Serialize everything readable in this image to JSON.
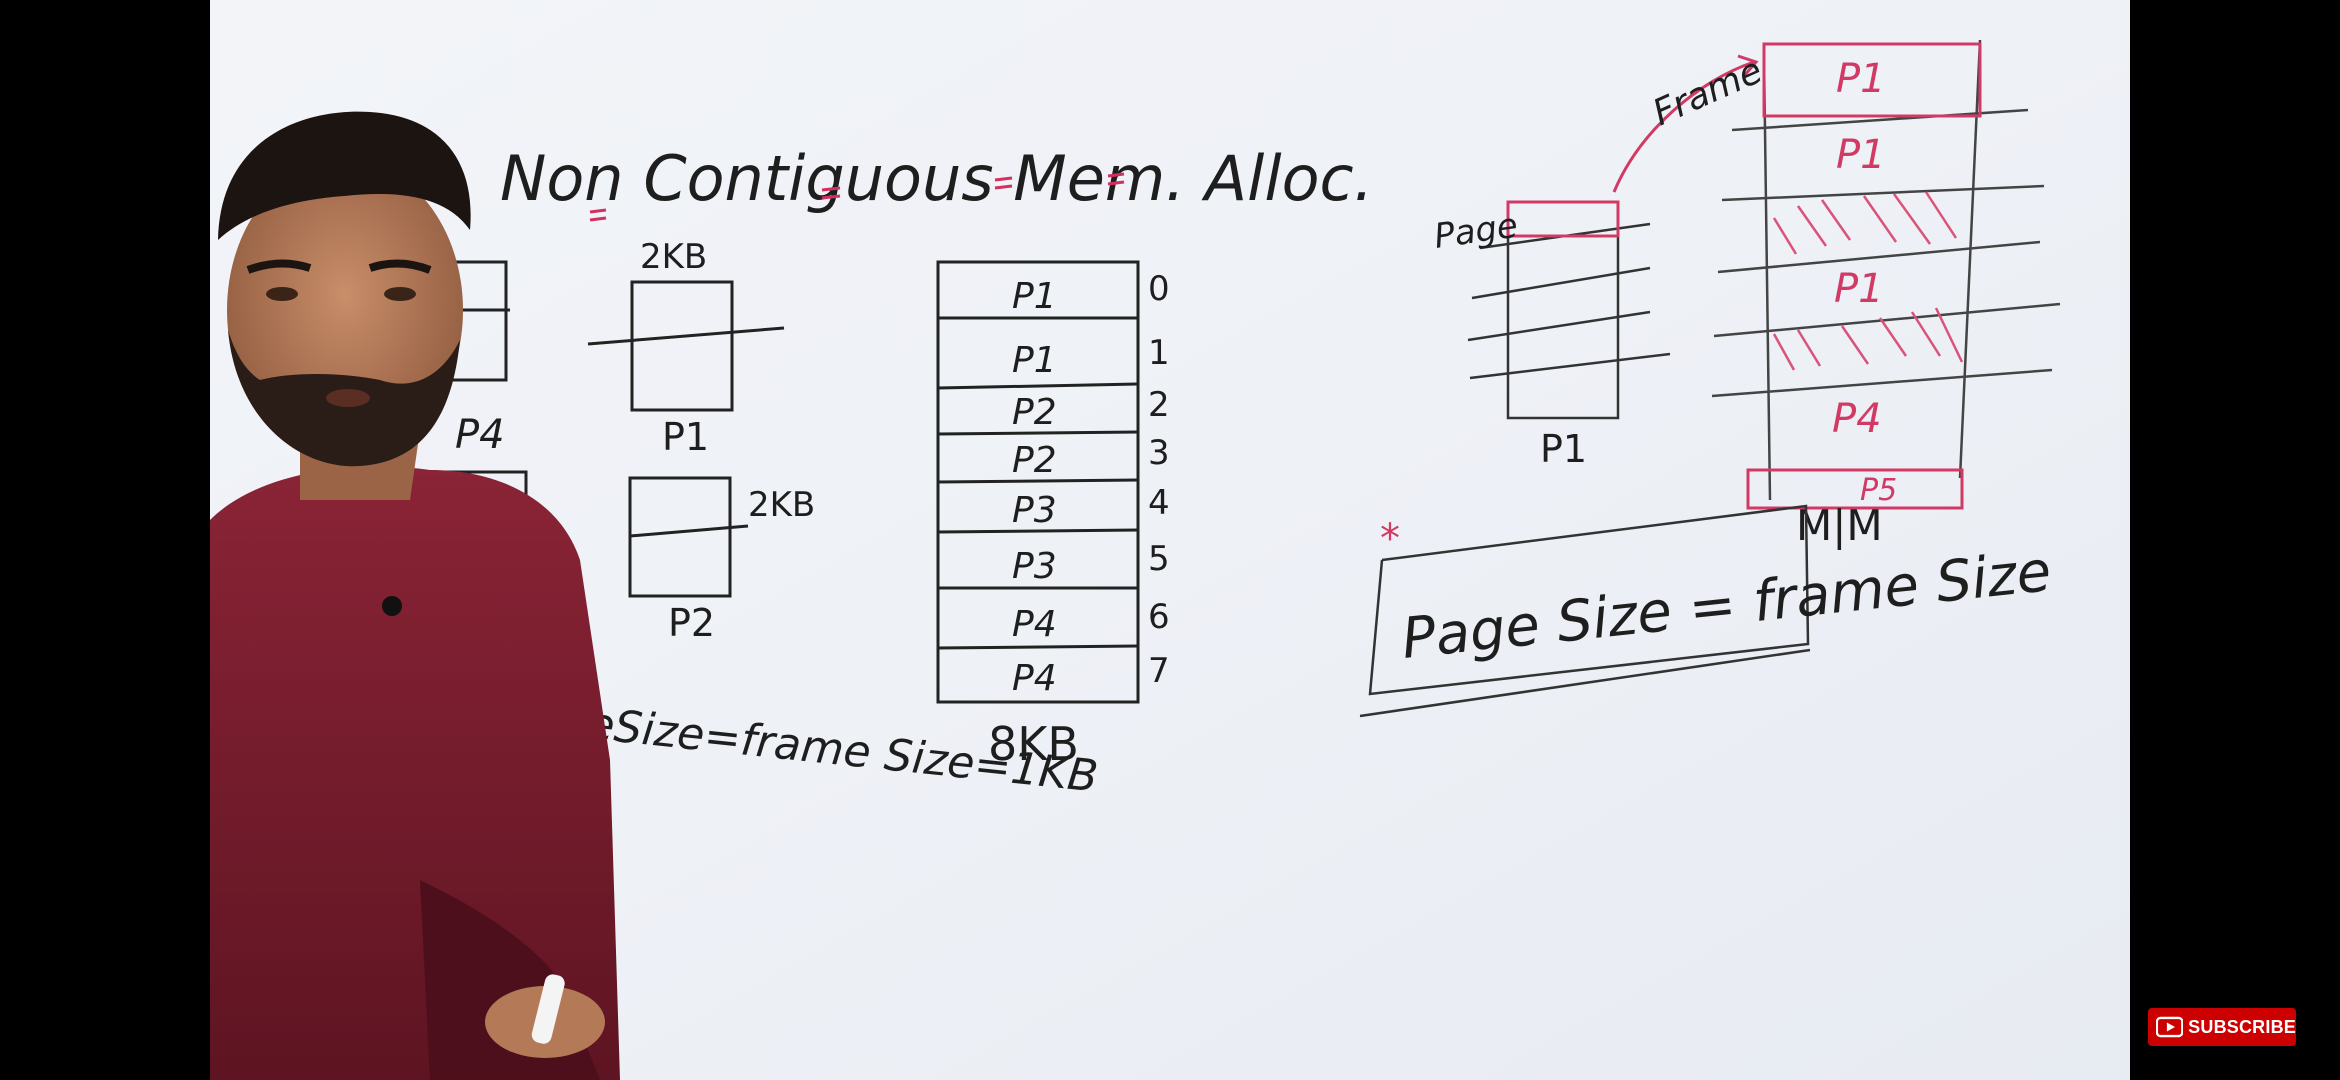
{
  "whiteboard": {
    "title": "Non Contiguous Mem. Alloc.",
    "left": {
      "p4_label": "P4",
      "p1_size": "2KB",
      "p1_label": "P1",
      "p2_size": "2KB",
      "p2_label": "P2",
      "formula": "eSize=frame Size=1KB"
    },
    "memory": {
      "slots": [
        "P1",
        "P1",
        "P2",
        "P2",
        "P3",
        "P3",
        "P4",
        "P4"
      ],
      "indices": [
        "0",
        "1",
        "2",
        "3",
        "4",
        "5",
        "6",
        "7"
      ],
      "total": "8KB"
    },
    "right": {
      "page_label": "Page",
      "p1_label": "P1",
      "frame_label": "Frame",
      "frames": [
        "P1",
        "P1",
        "P1",
        "P4",
        "P5"
      ],
      "mm_label": "M|M",
      "star": "*",
      "box_text": "Page Size = frame Size"
    }
  },
  "overlay": {
    "subscribe_label": "SUBSCRIBE",
    "subscribe_icon": "youtube-play-icon",
    "accent": "#cc0000"
  }
}
